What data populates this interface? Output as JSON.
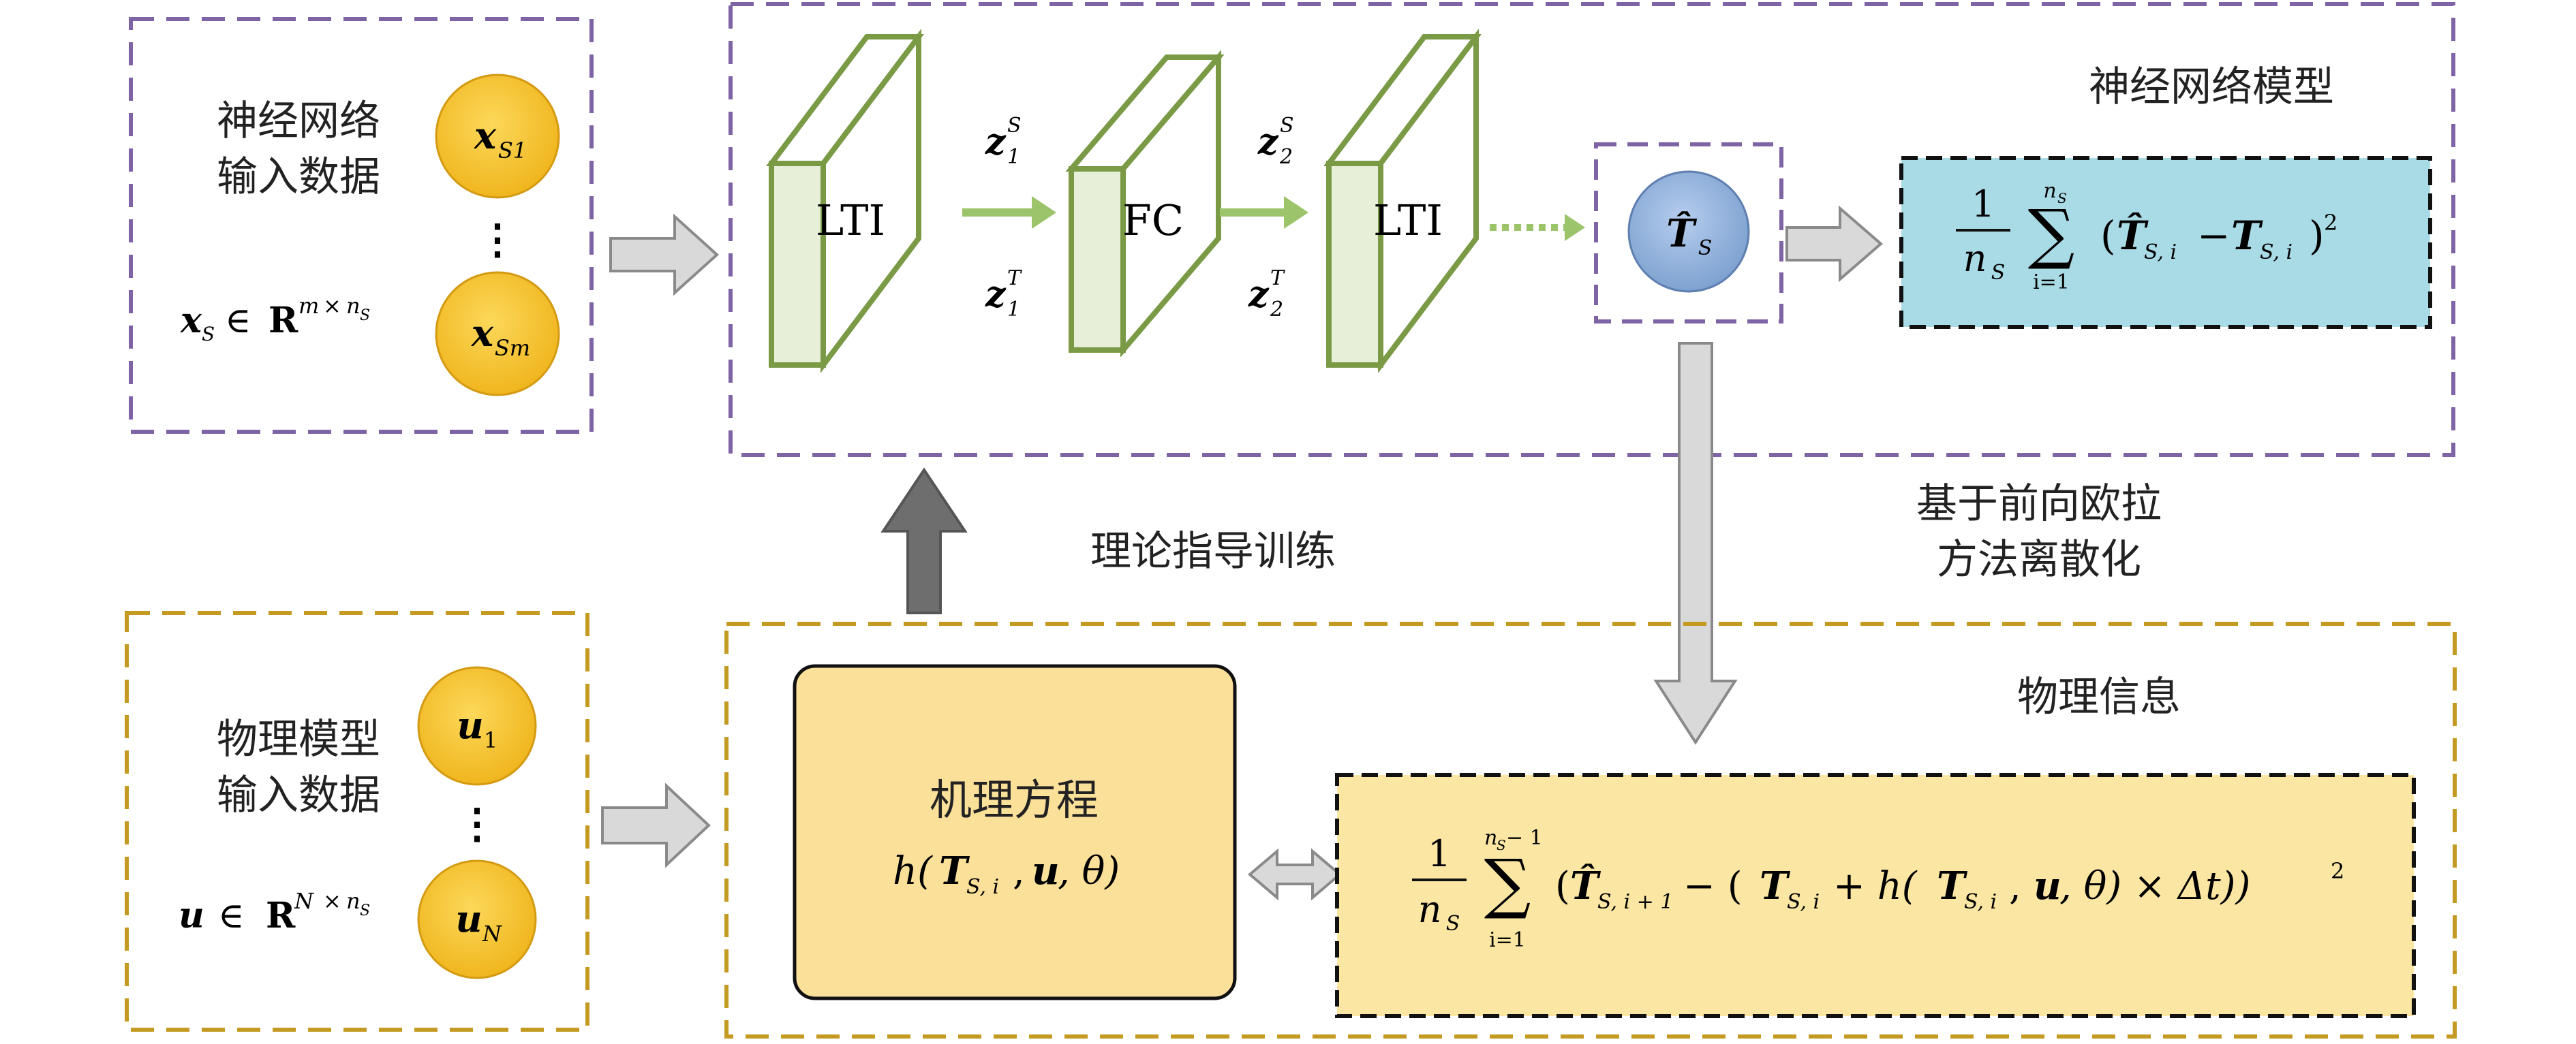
{
  "colors": {
    "neural_border": "#7e64a4",
    "physics_border": "#c49a22",
    "layer_green": "#7a9a46",
    "arrow_green": "#9cc46a",
    "circle_yellow": "#f7c530",
    "circle_blue": "#8fb1dc",
    "loss_blue_fill": "#a9dbe6",
    "loss_yellow_fill": "#fbe7a3",
    "mechanism_fill": "#fbe09a"
  },
  "neural_input": {
    "title_line1": "神经网络",
    "title_line2": "输入数据",
    "node_top": "x",
    "node_top_sub": "S1",
    "node_bottom": "x",
    "node_bottom_sub": "Sm",
    "dots": "⋮",
    "dim_var": "x",
    "dim_var_sub": "S",
    "dim_in": "∈",
    "dim_set": "R",
    "dim_sup_m": "m",
    "dim_sup_times": "×",
    "dim_sup_n": "n",
    "dim_sup_n_sub": "S"
  },
  "neural_model": {
    "title": "神经网络模型",
    "layer1": "LTI",
    "layer2": "FC",
    "layer3": "LTI",
    "z1s": "z",
    "z1s_sub": "1",
    "z1s_sup": "S",
    "z1t": "z",
    "z1t_sub": "1",
    "z1t_sup": "T",
    "z2s": "z",
    "z2s_sub": "2",
    "z2s_sup": "S",
    "z2t": "z",
    "z2t_sub": "2",
    "z2t_sup": "T",
    "output": "T̂",
    "output_sub": "S"
  },
  "loss_neural": {
    "frac_num": "1",
    "frac_den": "n",
    "frac_den_sub": "S",
    "sum": "∑",
    "sum_upper": "n",
    "sum_upper_sub": "S",
    "sum_lower": "i=1",
    "body_open": "(",
    "that": "T̂",
    "that_sub": "S, i",
    "minus": "−",
    "t": "T",
    "t_sub": "S, i",
    "body_close": ")",
    "sq": "2"
  },
  "labels": {
    "theory_guided": "理论指导训练",
    "euler_line1": "基于前向欧拉",
    "euler_line2": "方法离散化",
    "physics_title": "物理信息"
  },
  "physics_input": {
    "title_line1": "物理模型",
    "title_line2": "输入数据",
    "node_top": "u",
    "node_top_sub": "1",
    "node_bottom": "u",
    "node_bottom_sub": "N",
    "dots": "⋮",
    "dim_var": "u",
    "dim_in": "∈",
    "dim_set": "R",
    "dim_sup_N": "N",
    "dim_sup_times": "×",
    "dim_sup_n": "n",
    "dim_sup_n_sub": "S"
  },
  "mechanism": {
    "title": "机理方程",
    "h": "h(",
    "t": "T",
    "t_sub": "S, i",
    "rest_comma": ",",
    "u": "u",
    "theta": ", θ)"
  },
  "loss_physics": {
    "frac_num": "1",
    "frac_den": "n",
    "frac_den_sub": "S",
    "sum": "∑",
    "sum_upper": "n",
    "sum_upper_sub": "S",
    "sum_upper_rest": " − 1",
    "sum_lower": "i=1",
    "open": "(",
    "that": "T̂",
    "that_sub": "S, i + 1",
    "mid": " − (",
    "t": "T",
    "t_sub": "S, i",
    "plus": " + h(",
    "t2": "T",
    "t2_sub": "S, i",
    "comma": ", ",
    "u": "u",
    "tail": ", θ) × Δt))",
    "sq": "2"
  }
}
